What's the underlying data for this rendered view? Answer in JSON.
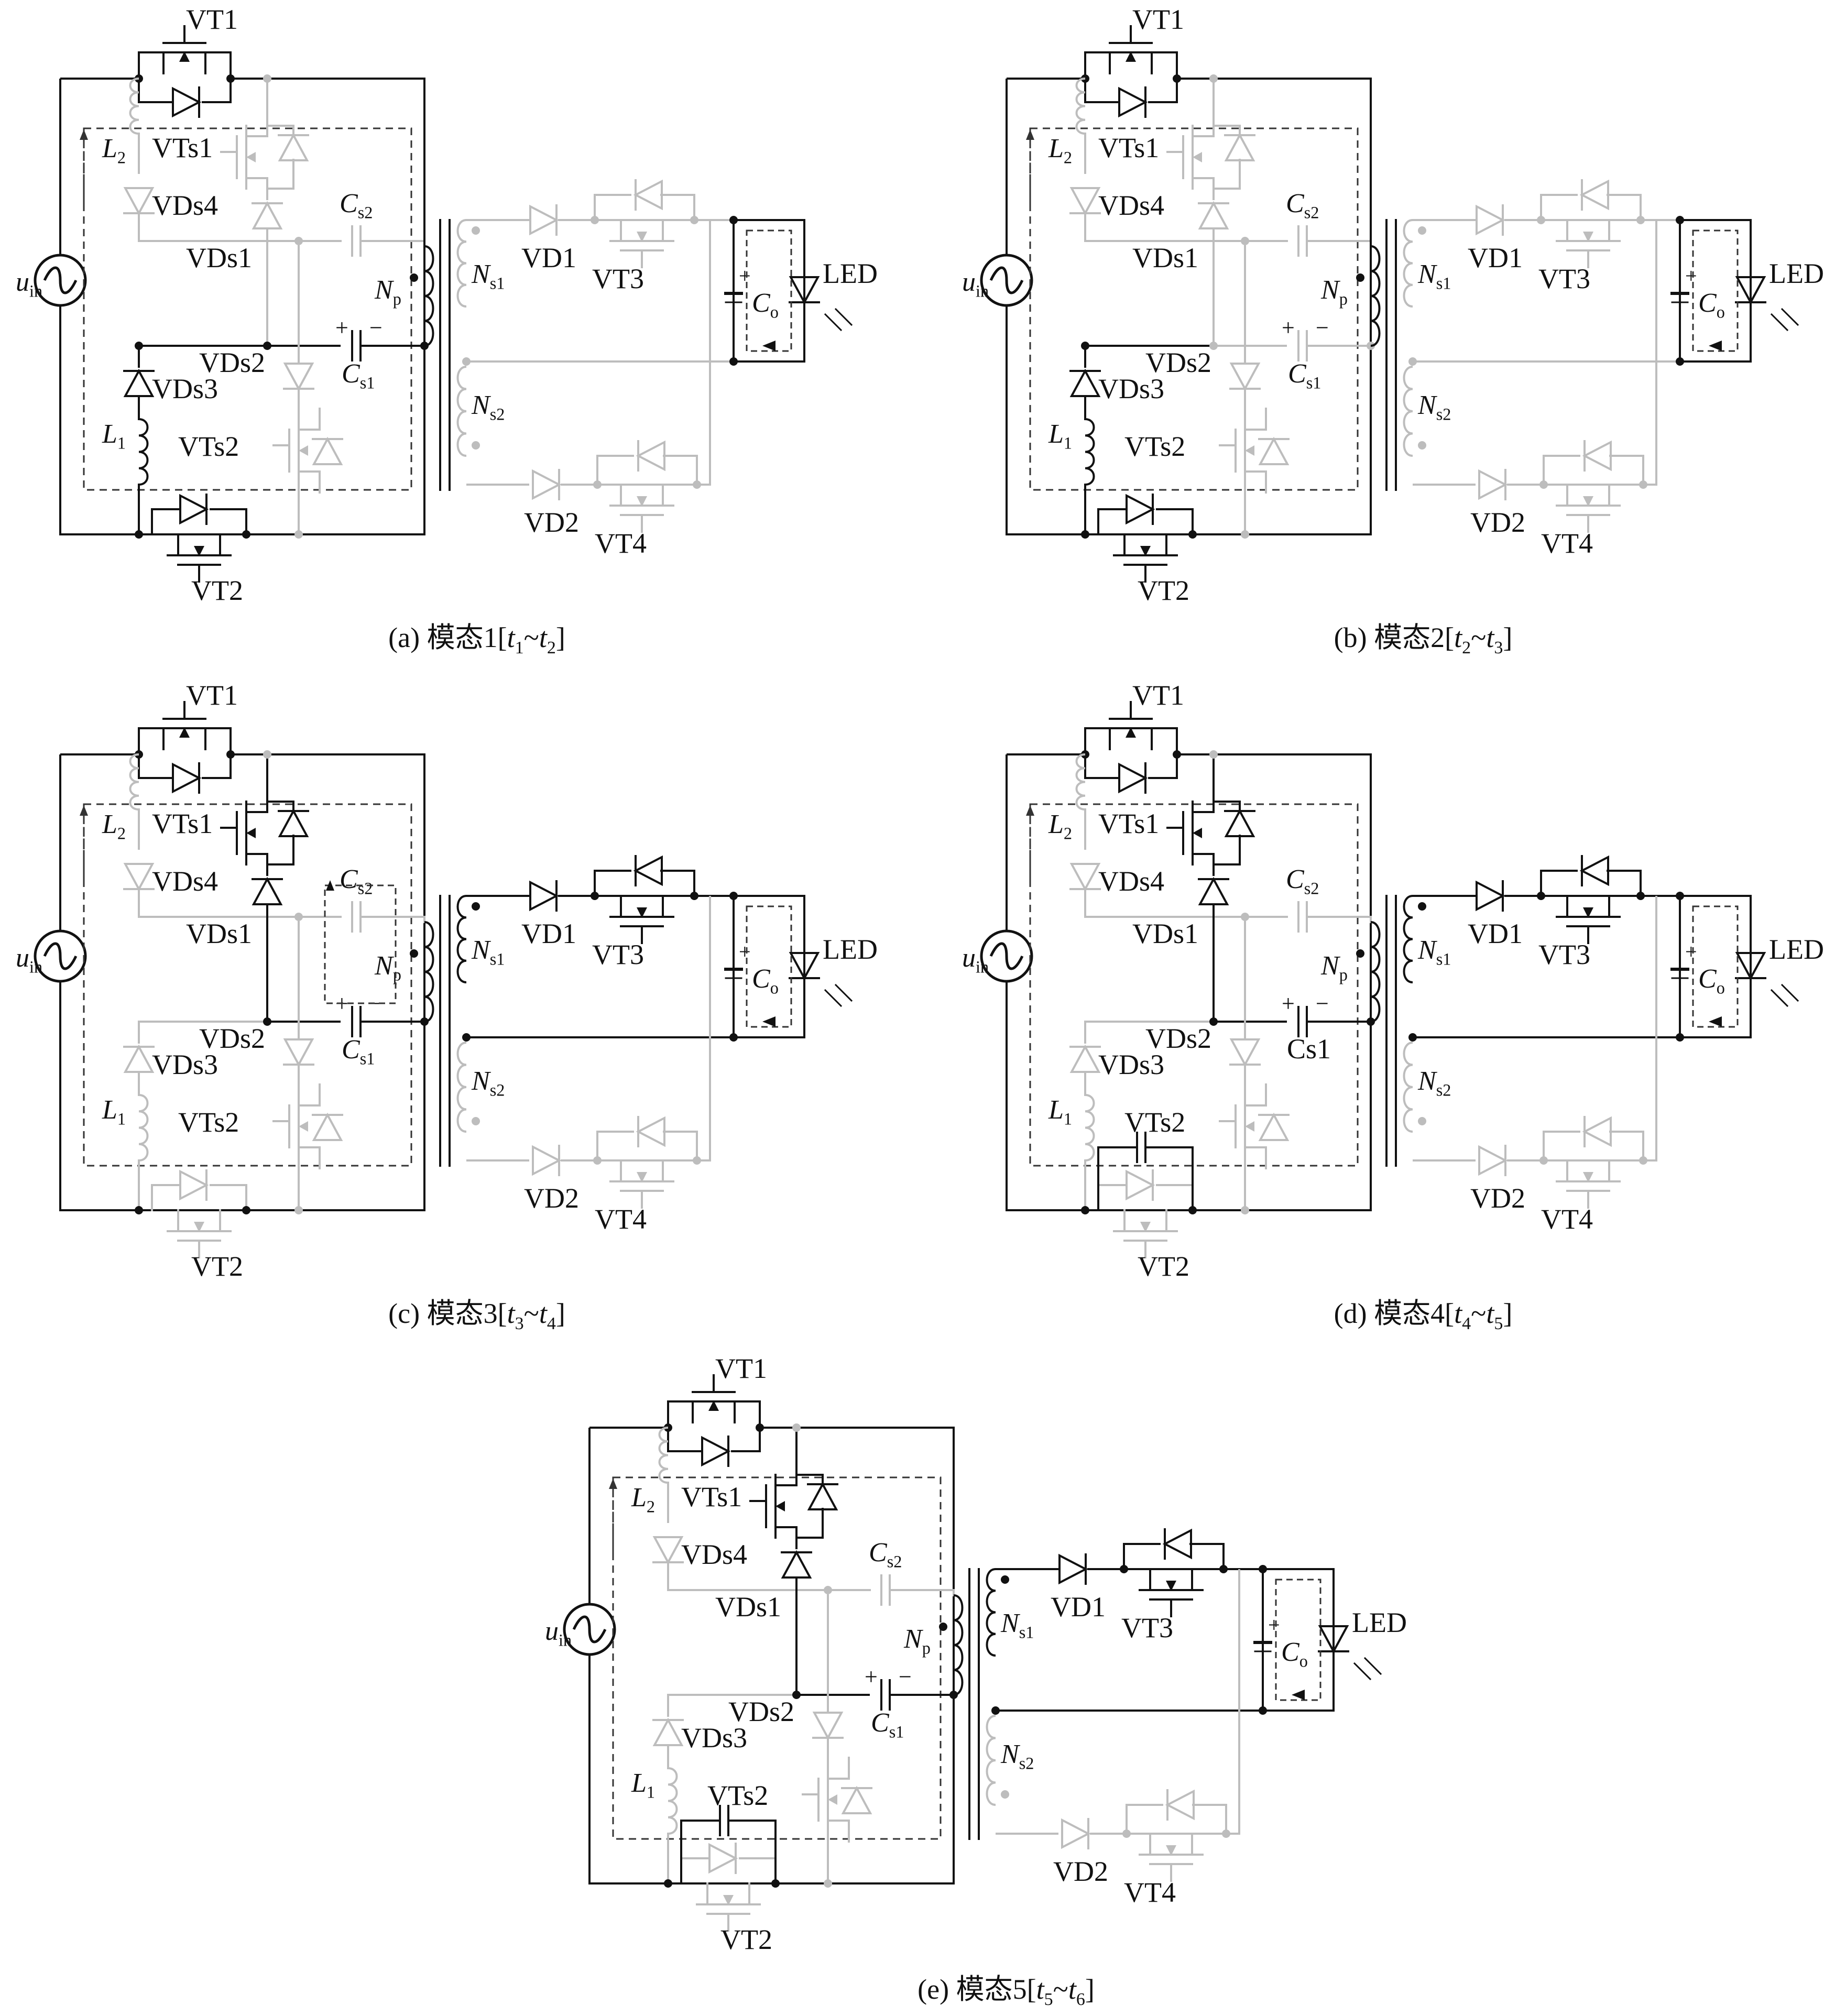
{
  "labels": {
    "source": "u",
    "source_sub": "in",
    "L2": "L",
    "L2_sub": "2",
    "L1": "L",
    "L1_sub": "1",
    "VT1": "VT1",
    "VT2": "VT2",
    "VTs1": "VTs1",
    "VTs2": "VTs2",
    "VDs1": "VDs1",
    "VDs2": "VDs2",
    "VDs3": "VDs3",
    "VDs4": "VDs4",
    "Cs2": "C",
    "Cs2_sub": "s2",
    "Cs1": "C",
    "Cs1_sub": "s1",
    "Cs1_plain": "Cs1",
    "Np": "N",
    "Np_sub": "p",
    "Ns1": "N",
    "Ns1_sub": "s1",
    "Ns2": "N",
    "Ns2_sub": "s2",
    "VD1": "VD1",
    "VD2": "VD2",
    "VT3": "VT3",
    "VT4": "VT4",
    "Co": "C",
    "Co_sub": "o",
    "LED": "LED",
    "plus": "+",
    "minus": "−"
  },
  "panels": [
    {
      "id": "a",
      "caption_prefix": "(a)  模态1[",
      "t_start": "t",
      "t_start_sub": "1",
      "sep": "~",
      "t_end": "t",
      "t_end_sub": "2",
      "caption_suffix": "]"
    },
    {
      "id": "b",
      "caption_prefix": "(b)  模态2[",
      "t_start": "t",
      "t_start_sub": "2",
      "sep": "~",
      "t_end": "t",
      "t_end_sub": "3",
      "caption_suffix": "]"
    },
    {
      "id": "c",
      "caption_prefix": "(c)  模态3[",
      "t_start": "t",
      "t_start_sub": "3",
      "sep": "~",
      "t_end": "t",
      "t_end_sub": "4",
      "caption_suffix": "]"
    },
    {
      "id": "d",
      "caption_prefix": "(d)  模态4[",
      "t_start": "t",
      "t_start_sub": "4",
      "sep": "~",
      "t_end": "t",
      "t_end_sub": "5",
      "caption_suffix": "]"
    },
    {
      "id": "e",
      "caption_prefix": "(e)  模态5[",
      "t_start": "t",
      "t_start_sub": "5",
      "sep": "~",
      "t_end": "t",
      "t_end_sub": "6",
      "caption_suffix": "]"
    }
  ],
  "colors": {
    "active": "#111111",
    "inactive": "#bdbdbd",
    "background": "#ffffff"
  }
}
